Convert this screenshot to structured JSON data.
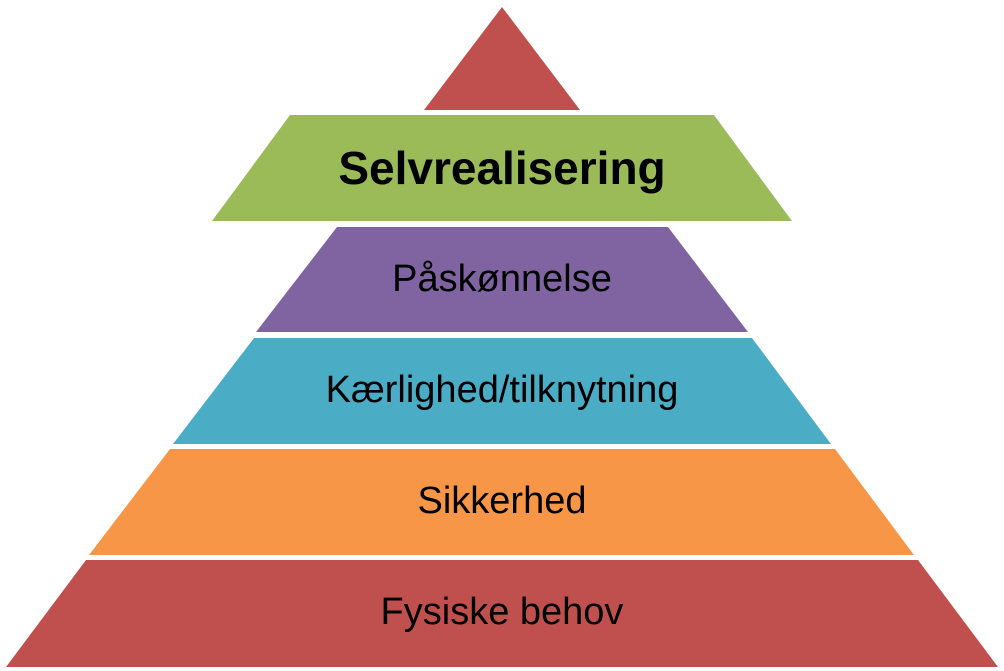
{
  "pyramid": {
    "levels": [
      {
        "label": "",
        "color": "#c0504d"
      },
      {
        "label": "Selvrealisering",
        "color": "#9bbb59"
      },
      {
        "label": "Påskønnelse",
        "color": "#8064a2"
      },
      {
        "label": "Kærlighed/tilknytning",
        "color": "#4bacc6"
      },
      {
        "label": "Sikkerhed",
        "color": "#f79646"
      },
      {
        "label": "Fysiske behov",
        "color": "#c0504d"
      }
    ]
  }
}
